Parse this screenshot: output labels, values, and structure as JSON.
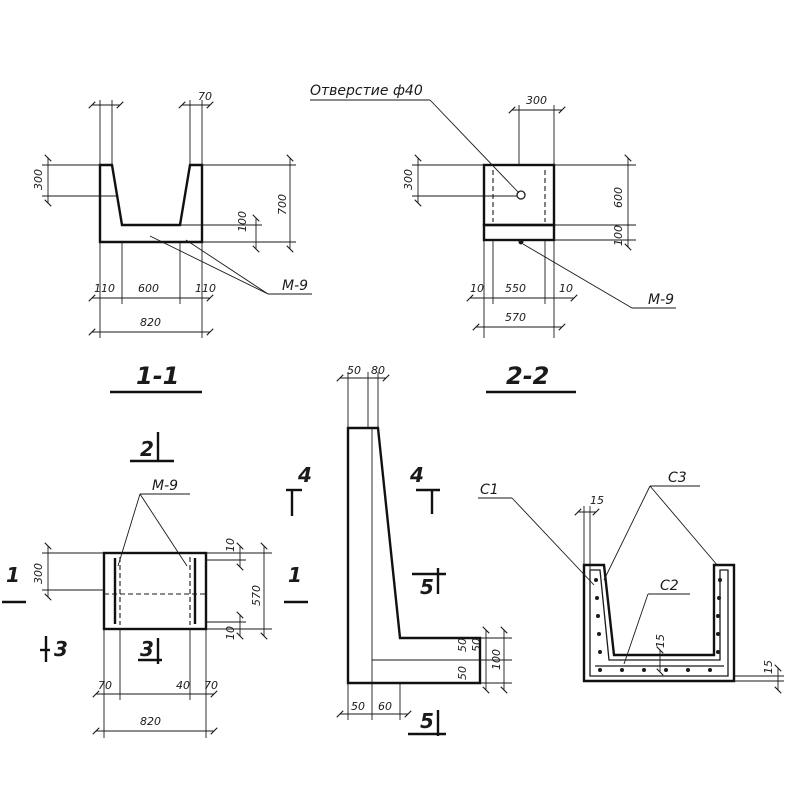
{
  "callouts": {
    "hole": "Отверстие ф40",
    "m9": "М-9",
    "c1": "С1",
    "c2": "С2",
    "c3": "С3"
  },
  "titles": {
    "s1": "1-1",
    "s2": "2-2",
    "plan_mark": "2"
  },
  "marks": {
    "one": "1",
    "three": "3",
    "four": "4",
    "five": "5"
  },
  "sec1": {
    "top": "70",
    "top_left": "",
    "h300": "300",
    "h700": "700",
    "h100": "100",
    "w110a": "110",
    "w600": "600",
    "w110b": "110",
    "w820": "820"
  },
  "sec2": {
    "top300": "300",
    "h300": "300",
    "h600": "600",
    "h100": "100",
    "w10a": "10",
    "w550": "550",
    "w10b": "10",
    "w570": "570"
  },
  "plan": {
    "h300": "300",
    "h570": "570",
    "d10a": "10",
    "d10b": "10",
    "b70a": "70",
    "b40": "40",
    "b70b": "70",
    "w820": "820"
  },
  "wall": {
    "t50": "50",
    "t80": "80",
    "r50a": "50",
    "r50b": "50",
    "r50c": "50",
    "r100": "100",
    "b50": "50",
    "b60": "60"
  },
  "rebar": {
    "d15a": "15",
    "d15b": "15",
    "d15c": "15"
  }
}
